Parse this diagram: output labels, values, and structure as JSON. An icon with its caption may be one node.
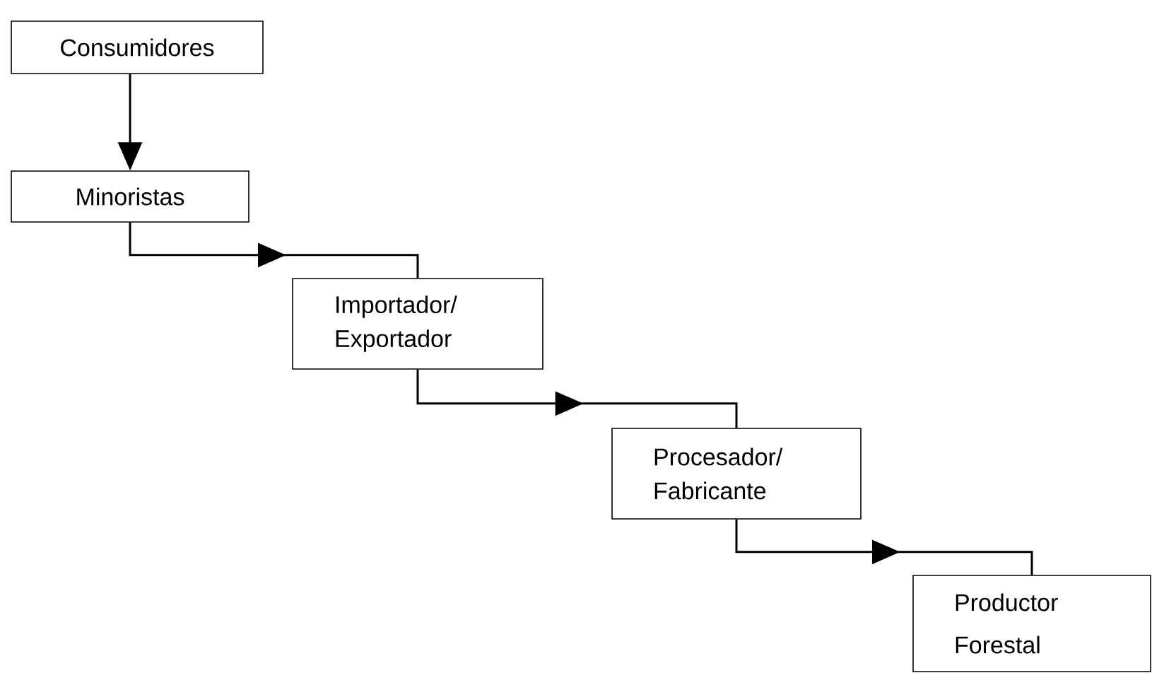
{
  "diagram": {
    "nodes": [
      {
        "text": [
          "Consumidores"
        ]
      },
      {
        "text": [
          "Minoristas"
        ]
      },
      {
        "text": [
          "Importador/ Exportador"
        ]
      },
      {
        "text": [
          "Procesador/ Fabricante"
        ]
      },
      {
        "text": [
          "Productor Forestal"
        ]
      }
    ],
    "edges": [
      {
        "from": 0,
        "to": 1,
        "arrow": "to"
      },
      {
        "from": 1,
        "to": 2,
        "arrow": "to"
      },
      {
        "from": 2,
        "to": 3,
        "arrow": "to"
      },
      {
        "from": 3,
        "to": 4,
        "arrow": "to"
      }
    ]
  }
}
